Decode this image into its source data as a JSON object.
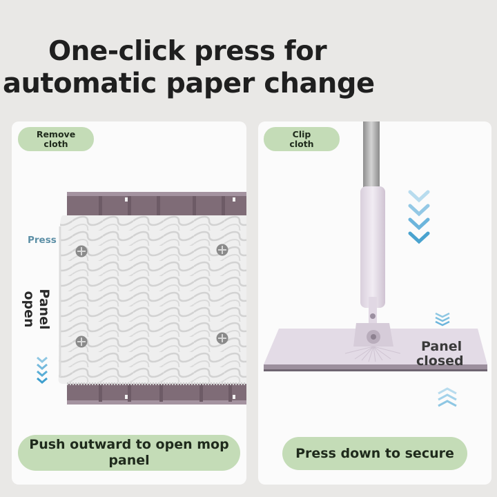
{
  "headline": {
    "line1": "One-click press for",
    "line2": "automatic paper change"
  },
  "left_panel": {
    "tag": [
      "Remove",
      "cloth"
    ],
    "press_label": "Press",
    "side_label": [
      "Panel",
      "open"
    ],
    "caption": [
      "Push outward to open mop",
      "panel"
    ],
    "icons": [
      "chevron-down-icon",
      "mop-head-open"
    ]
  },
  "right_panel": {
    "tag": [
      "Clip",
      "cloth"
    ],
    "panel_label": [
      "Panel",
      "closed"
    ],
    "caption": "Press down to secure",
    "icons": [
      "chevron-down-icon",
      "chevron-up-icon",
      "flat-mop"
    ]
  },
  "colors": {
    "background": "#e9e8e6",
    "pill": "#c4dcb7",
    "frame": "#7f6c77",
    "accent_arrow": "#4aa3cf",
    "mop_lilac": "#e3dbe6"
  }
}
